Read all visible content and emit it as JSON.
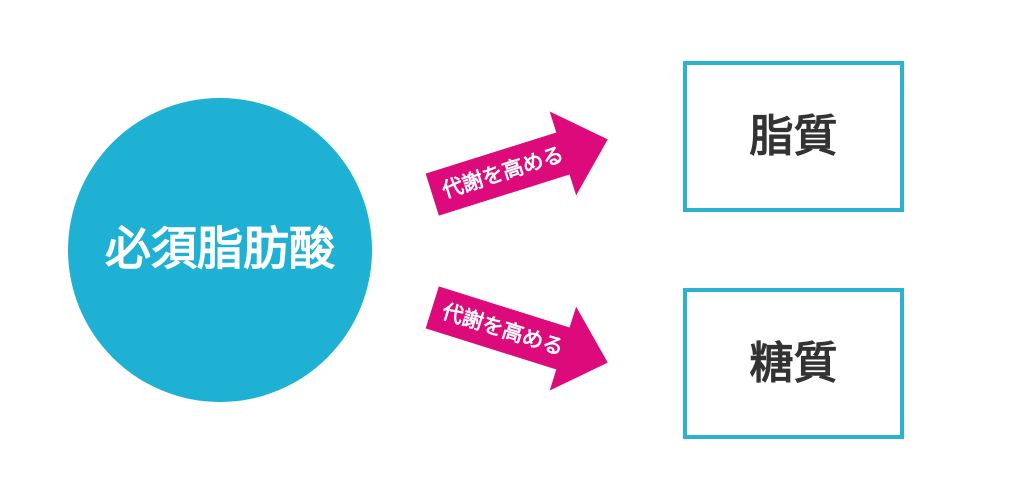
{
  "colors": {
    "circle": "#1fb1d3",
    "arrow": "#dd0a7c",
    "box_border": "#2cb1cf",
    "box_text": "#333333",
    "circle_text": "#ffffff",
    "arrow_text": "#ffffff"
  },
  "diagram": {
    "source": {
      "label": "必須脂肪酸"
    },
    "arrows": [
      {
        "label": "代謝を高める"
      },
      {
        "label": "代謝を高める"
      }
    ],
    "targets": [
      {
        "label": "脂質"
      },
      {
        "label": "糖質"
      }
    ]
  }
}
